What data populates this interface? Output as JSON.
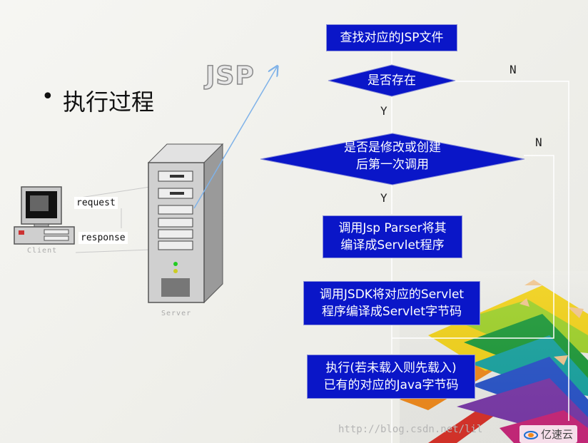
{
  "slide": {
    "bullet": "•",
    "heading": "执行过程",
    "logo_text": "JSP",
    "client_label": "Client",
    "server_label": "Server",
    "request_label": "request",
    "response_label": "response"
  },
  "flow": {
    "step_find": "查找对应的JSP文件",
    "decision_exists": "是否存在",
    "decision_modified_line1": "是否是修改或创建",
    "decision_modified_line2": "后第一次调用",
    "step_parse_line1": "调用Jsp Parser将其",
    "step_parse_line2": "编译成Servlet程序",
    "step_compile_line1": "调用JSDK将对应的Servlet",
    "step_compile_line2": "程序编译成Servlet字节码",
    "step_exec_line1": "执行(若未载入则先载入)",
    "step_exec_line2": "已有的对应的Java字节码",
    "yes_label_1": "Y",
    "yes_label_2": "Y",
    "no_label_1": "N",
    "no_label_2": "N"
  },
  "footer": {
    "watermark": "http://blog.csdn.net/lil",
    "brand": "亿速云"
  },
  "colors": {
    "box_fill": "#0a16c8",
    "arrow": "#7fb2e8"
  }
}
